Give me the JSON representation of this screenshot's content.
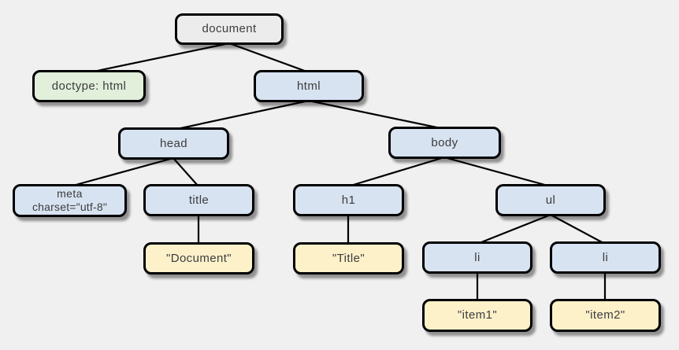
{
  "diagram": {
    "type": "tree",
    "description": "DOM tree of an HTML document",
    "colors": {
      "background": "#f0f0f0",
      "border": "#000000",
      "document_fill": "#ececec",
      "element_fill": "#d7e3f1",
      "doctype_fill": "#e1efdb",
      "text_fill": "#fdf1ca"
    },
    "nodes": {
      "document": {
        "label": "document",
        "kind": "document",
        "parent": null
      },
      "doctype": {
        "label": "doctype: html",
        "kind": "doctype",
        "parent": "document"
      },
      "html": {
        "label": "html",
        "kind": "element",
        "parent": "document"
      },
      "head": {
        "label": "head",
        "kind": "element",
        "parent": "html"
      },
      "body": {
        "label": "body",
        "kind": "element",
        "parent": "html"
      },
      "meta": {
        "label": "meta",
        "attr": "charset=\"utf-8\"",
        "kind": "element",
        "parent": "head"
      },
      "title": {
        "label": "title",
        "kind": "element",
        "parent": "head"
      },
      "h1": {
        "label": "h1",
        "kind": "element",
        "parent": "body"
      },
      "ul": {
        "label": "ul",
        "kind": "element",
        "parent": "body"
      },
      "text_document": {
        "label": "\"Document\"",
        "kind": "text",
        "parent": "title"
      },
      "text_title": {
        "label": "\"Title\"",
        "kind": "text",
        "parent": "h1"
      },
      "li1": {
        "label": "li",
        "kind": "element",
        "parent": "ul"
      },
      "li2": {
        "label": "li",
        "kind": "element",
        "parent": "ul"
      },
      "text_item1": {
        "label": "\"item1\"",
        "kind": "text",
        "parent": "li1"
      },
      "text_item2": {
        "label": "\"item2\"",
        "kind": "text",
        "parent": "li2"
      }
    }
  }
}
